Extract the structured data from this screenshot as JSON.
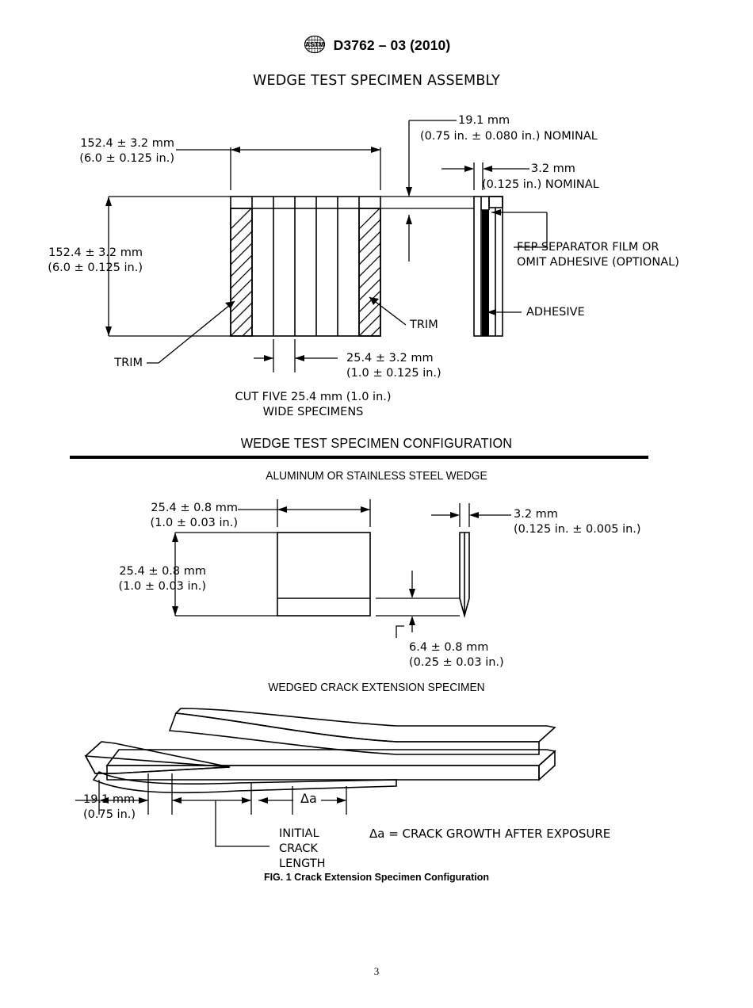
{
  "document": {
    "standard": "D3762 – 03 (2010)",
    "logo_icon": "astm-logo-icon",
    "page_number": "3",
    "figure_caption": "FIG. 1 Crack Extension Specimen Configuration"
  },
  "section_assembly": {
    "title": "WEDGE TEST SPECIMEN ASSEMBLY",
    "dim_width_mm": "152.4 ± 3.2 mm",
    "dim_width_in": "(6.0 ± 0.125 in.)",
    "dim_height_mm": "152.4 ± 3.2 mm",
    "dim_height_in": "(6.0 ± 0.125 in.)",
    "dim_thickness_mm": "19.1 mm",
    "dim_thickness_in": "(0.75 in. ± 0.080 in.) NOMINAL",
    "dim_adherend_mm": "3.2 mm",
    "dim_adherend_in": "(0.125 in.) NOMINAL",
    "label_fep_line1": "FEP SEPARATOR FILM OR",
    "label_fep_line2": "OMIT ADHESIVE (OPTIONAL)",
    "label_adhesive": "ADHESIVE",
    "label_trim_right": "TRIM",
    "label_trim_left": "TRIM",
    "dim_strip_mm": "25.4 ± 3.2 mm",
    "dim_strip_in": "(1.0 ± 0.125 in.)",
    "note_line1": "CUT FIVE 25.4 mm (1.0 in.)",
    "note_line2": "WIDE SPECIMENS"
  },
  "section_configuration": {
    "title": "WEDGE TEST SPECIMEN CONFIGURATION",
    "wedge_subtitle": "ALUMINUM OR STAINLESS STEEL WEDGE",
    "dim_wedge_width_mm": "25.4 ± 0.8 mm",
    "dim_wedge_width_in": "(1.0 ± 0.03 in.)",
    "dim_wedge_height_mm": "25.4 ± 0.8 mm",
    "dim_wedge_height_in": "(1.0 ± 0.03 in.)",
    "dim_wedge_thick_mm": "3.2 mm",
    "dim_wedge_thick_in": "(0.125 in. ± 0.005 in.)",
    "dim_wedge_land_mm": "6.4 ± 0.8 mm",
    "dim_wedge_land_in": "(0.25 ± 0.03 in.)"
  },
  "section_crack": {
    "title": "WEDGED CRACK EXTENSION SPECIMEN",
    "dim_wedge_insert_mm": "19.1 mm",
    "dim_wedge_insert_in": "(0.75 in.)",
    "symbol_delta_a": "Δa",
    "label_initial_line1": "INITIAL",
    "label_initial_line2": "CRACK",
    "label_initial_line3": "LENGTH",
    "legend_delta_a": "Δa = CRACK GROWTH AFTER EXPOSURE"
  }
}
